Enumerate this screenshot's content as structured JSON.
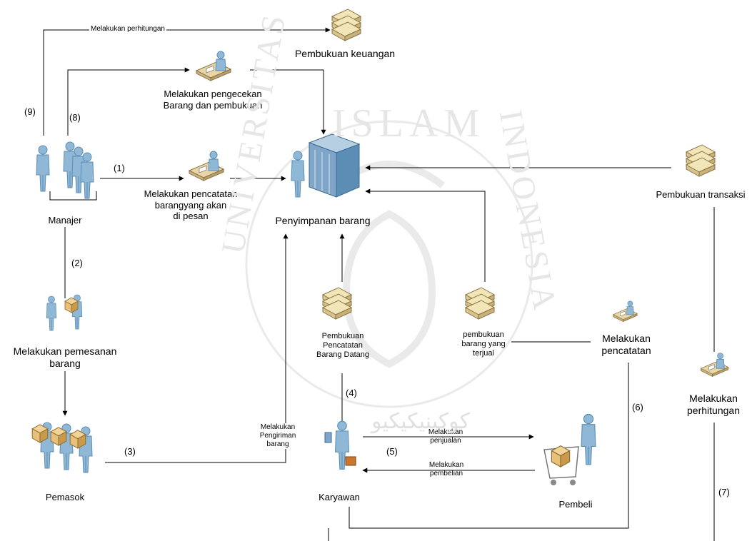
{
  "watermark": {
    "top_text": "ISLAM",
    "left_text": "UNIVERSITAS",
    "right_text": "INDONESIA",
    "script_text": "كوكبنيكيكيو"
  },
  "nodes": {
    "pembukuan_keuangan": "Pembukuan keuangan",
    "pengecekan": [
      "Melakukan pengecekan",
      "Barang dan pembukuan"
    ],
    "manajer": "Manajer",
    "pencatatan_pesan": [
      "Melakukan pencatatan",
      "barangyang akan",
      "di pesan"
    ],
    "penyimpanan": "Penyimpanan barang",
    "pembukuan_transaksi": "Pembukuan transaksi",
    "pemesanan": [
      "Melakukan pemesanan",
      "barang"
    ],
    "pembukuan_datang": [
      "Pembukuan",
      "Pencatatan",
      "Barang Datang"
    ],
    "pembukuan_terjual": [
      "pembukuan",
      "barang yang",
      "terjual"
    ],
    "melakukan_pencatatan": [
      "Melakukan",
      "pencatatan"
    ],
    "melakukan_perhitungan": [
      "Melakukan",
      "perhitungan"
    ],
    "pemasok": "Pemasok",
    "karyawan": "Karyawan",
    "pembeli": "Pembeli"
  },
  "edges": {
    "e9": "Melakukan perhitungan",
    "pengiriman": [
      "Melakukan",
      "Pengiriman",
      "barang"
    ],
    "penjualan": [
      "Melakukan",
      "penjualan"
    ],
    "pembelian": [
      "Melakukan",
      "pembelian"
    ]
  },
  "steps": {
    "s1": "(1)",
    "s2": "(2)",
    "s3": "(3)",
    "s4": "(4)",
    "s5": "(5)",
    "s6": "(6)",
    "s7": "(7)",
    "s8": "(8)",
    "s9": "(9)"
  },
  "colors": {
    "line": "#000000",
    "person": "#8fb7d6",
    "person_dark": "#5b8db5",
    "book_top": "#f2e6b8",
    "book_side": "#c9b27a",
    "box": "#e8c07a",
    "desk": "#e9d6a6",
    "server": "#7fa6c8",
    "watermark": "#d9d9d9"
  }
}
